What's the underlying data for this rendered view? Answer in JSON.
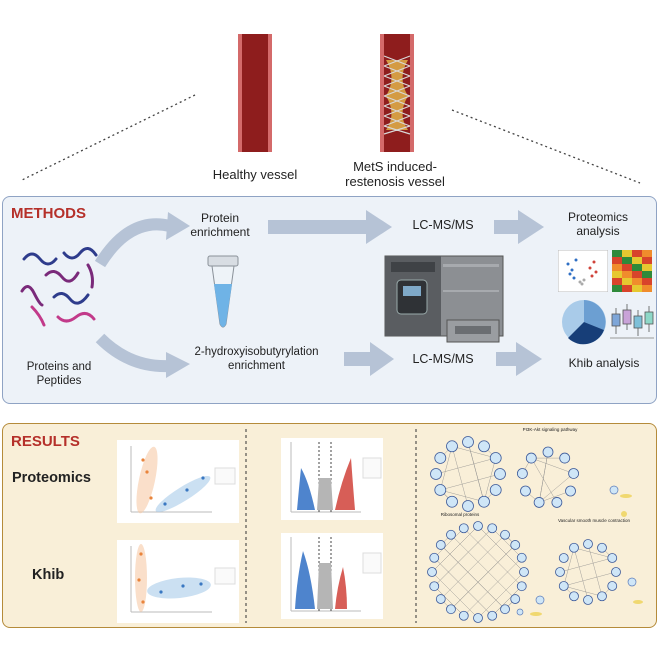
{
  "vessels": {
    "healthy_label": "Healthy vessel",
    "mets_label_line1": "MetS induced-",
    "mets_label_line2": "restenosis vessel"
  },
  "methods": {
    "heading": "METHODS",
    "protein_enrichment_line1": "Protein",
    "protein_enrichment_line2": "enrichment",
    "lcms_top": "LC-MS/MS",
    "lcms_bottom": "LC-MS/MS",
    "proteomics_line1": "Proteomics",
    "proteomics_line2": "analysis",
    "proteins_line1": "Proteins and",
    "proteins_line2": "Peptides",
    "khib_enrichment": "2-hydroxyisobutyrylation",
    "khib_enrichment_line2": "enrichment",
    "khib_analysis": "Khib analysis"
  },
  "results": {
    "heading": "RESULTS",
    "proteomics_label": "Proteomics",
    "khib_label": "Khib",
    "network_title_1": "PI3K-Akt signaling pathway",
    "network_title_2": "Ribosomal proteins",
    "network_title_3": "Vascular smooth muscle contraction"
  },
  "colors": {
    "methods_bg": "#edf2f8",
    "methods_border": "#8fa3c4",
    "results_bg": "#f9efd8",
    "results_border": "#b58b3a",
    "heading_red": "#b5302a",
    "arrow": "#b6c3d6",
    "vessel_dark": "#7a1414",
    "vessel_wall": "#d77a7a"
  }
}
